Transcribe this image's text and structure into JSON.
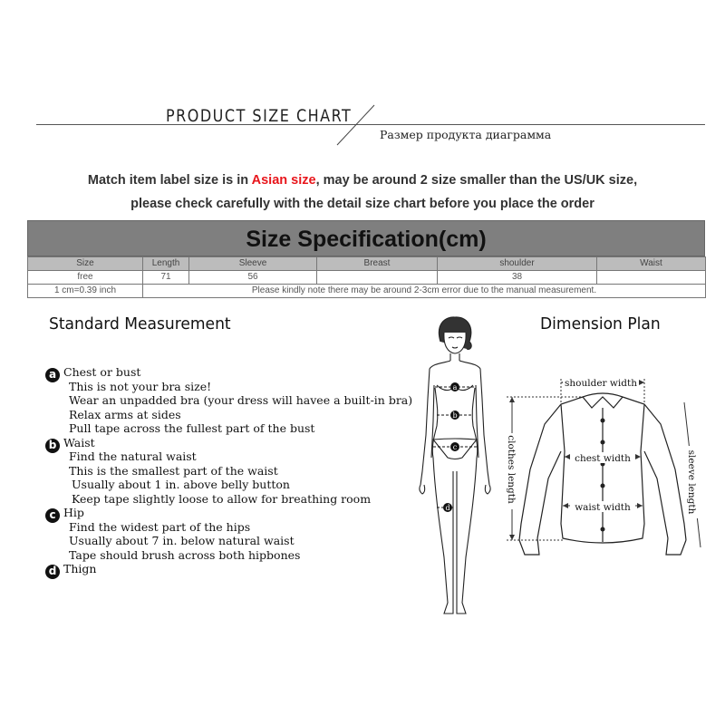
{
  "header": {
    "title": "PRODUCT SIZE CHART",
    "subtitle_ru": "Размер продукта диаграмма"
  },
  "notice": {
    "line1_before": "Match item label size is in ",
    "line1_highlight": "Asian size",
    "line1_after": ", may be around 2 size smaller than the US/UK size,",
    "line2": "please check carefully with the detail size chart before you place the order",
    "highlight_color": "#e8161c"
  },
  "size_table": {
    "title": "Size Specification(cm)",
    "columns": [
      "Size",
      "Length",
      "Sleeve",
      "Breast",
      "shoulder",
      "Waist"
    ],
    "rows": [
      [
        "free",
        "71",
        "56",
        "",
        "38",
        ""
      ]
    ],
    "conversion": "1 cm=0.39 inch",
    "disclaimer": "Please kindly note there may be around 2-3cm error due to the manual measurement."
  },
  "standard_measurement": {
    "title": "Standard Measurement",
    "items": [
      {
        "badge": "a",
        "label": "Chest or bust",
        "details": [
          "This is not your bra size!",
          "Wear an unpadded bra (your dress will havee a built-in bra)",
          "Relax arms at sides",
          "Pull tape across the fullest part of the bust"
        ]
      },
      {
        "badge": "b",
        "label": "Waist",
        "details": [
          "Find the natural waist",
          "This is the smallest part of the waist",
          " Usually about 1 in. above belly button",
          " Keep tape slightly loose to allow for breathing room"
        ]
      },
      {
        "badge": "c",
        "label": "Hip",
        "details": [
          "Find the widest part of the hips",
          "Usually about 7 in. below natural waist",
          "Tape should brush across both hipbones"
        ]
      },
      {
        "badge": "d",
        "label": "Thign",
        "details": []
      }
    ],
    "figure_markers": [
      "a",
      "b",
      "c",
      "d"
    ]
  },
  "dimension_plan": {
    "title": "Dimension Plan",
    "labels": {
      "shoulder": "shoulder width",
      "chest": "chest width",
      "waist": "waist width",
      "length": "clothes length",
      "sleeve": "sleeve length"
    }
  }
}
